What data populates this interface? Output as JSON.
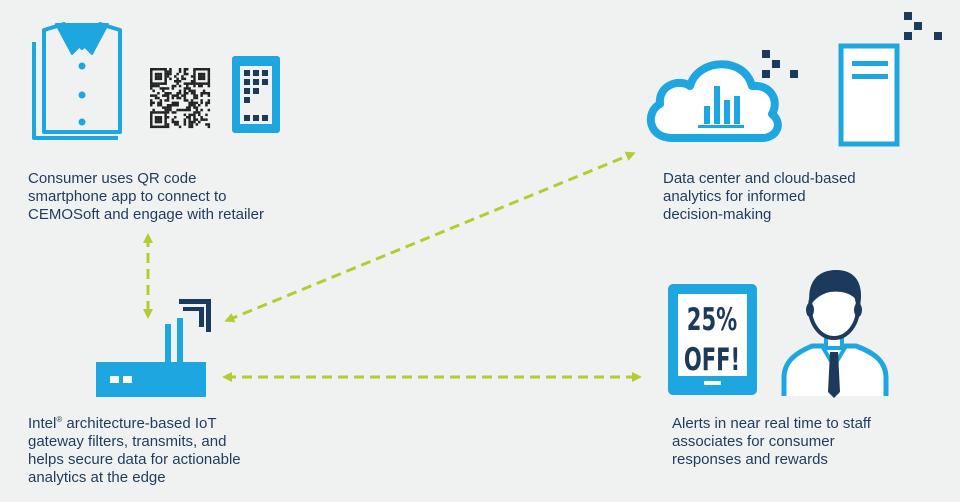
{
  "consumer": {
    "caption_lines": [
      "Consumer uses QR code",
      "smartphone app to connect to",
      "CEMOSoft and engage with retailer"
    ]
  },
  "datacenter": {
    "caption_lines": [
      "Data center and cloud-based",
      "analytics for informed",
      "decision-making"
    ]
  },
  "gateway": {
    "caption_brand": "Intel",
    "caption_reg": "®",
    "caption_line1_rest": " architecture-based IoT",
    "caption_lines": [
      "gateway filters, transmits, and",
      "helps secure data for actionable",
      "analytics at the edge"
    ]
  },
  "alerts": {
    "caption_lines": [
      "Alerts in near real time to staff",
      "associates for consumer",
      "responses and rewards"
    ],
    "tablet_line1": "25%",
    "tablet_line2": "OFF!"
  },
  "colors": {
    "blue": "#1ea6e0",
    "navy": "#1b3a5c",
    "green": "#b5cc2e",
    "background": "#f0f2f2"
  },
  "icons": [
    "shirt-icon",
    "qr-code-icon",
    "smartphone-icon",
    "cloud-analytics-icon",
    "server-icon",
    "iot-gateway-icon",
    "tablet-discount-icon",
    "staff-person-icon"
  ]
}
